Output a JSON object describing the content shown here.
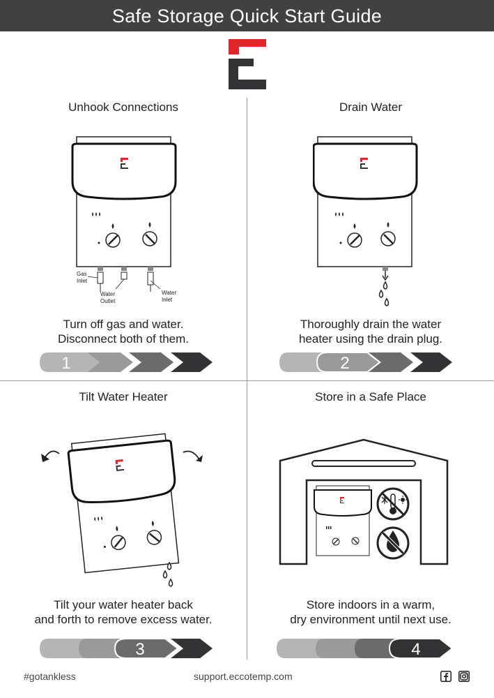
{
  "header": {
    "title": "Safe Storage Quick Start Guide"
  },
  "colors": {
    "brand_red": "#e0262b",
    "brand_dark": "#333335",
    "header_bg": "#414142"
  },
  "panels": [
    {
      "title": "Unhook Connections",
      "desc": [
        "Turn off gas and water.",
        "Disconnect both of them."
      ],
      "step": "1",
      "labels": {
        "gas_inlet_1": "Gas",
        "gas_inlet_2": "Inlet",
        "water_outlet_1": "Water",
        "water_outlet_2": "Outlet",
        "water_inlet_1": "Water",
        "water_inlet_2": "Inlet"
      }
    },
    {
      "title": "Drain Water",
      "desc": [
        "Thoroughly drain the water",
        "heater using the drain plug."
      ],
      "step": "2"
    },
    {
      "title": "Tilt Water Heater",
      "desc": [
        "Tilt your water heater back",
        "and forth to remove excess water."
      ],
      "step": "3"
    },
    {
      "title": "Store in a Safe Place",
      "desc": [
        "Store indoors in a warm,",
        "dry environment until next use."
      ],
      "step": "4"
    }
  ],
  "icons": [
    "logo-icon",
    "flame-icon",
    "snowflake-icon",
    "thermometer-icon",
    "sun-icon",
    "water-drop-icon",
    "no-symbol-icon",
    "facebook-icon",
    "instagram-icon"
  ],
  "footer": {
    "hashtag": "#gotankless",
    "website": "support.eccotemp.com"
  }
}
